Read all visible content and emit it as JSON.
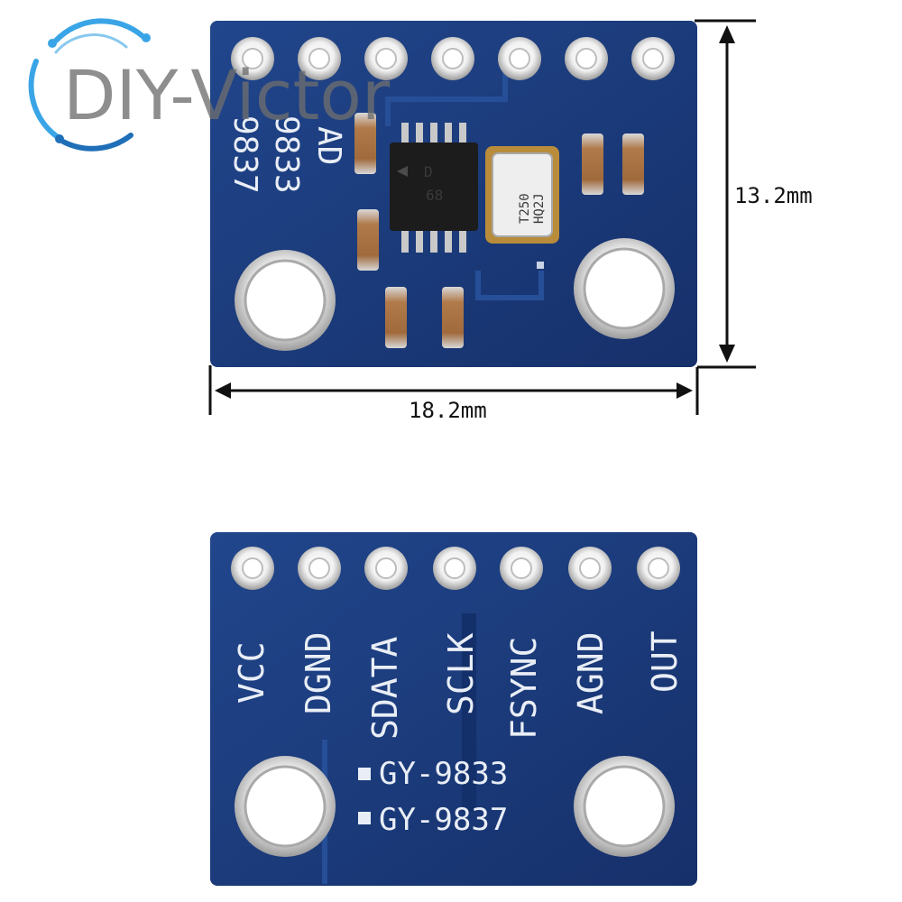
{
  "watermark": {
    "text": "DIY-Victor"
  },
  "dimensions": {
    "height": "13.2mm",
    "width": "18.2mm"
  },
  "front_board": {
    "silkscreen_label": "AD",
    "silkscreen_models": [
      "9833",
      "9837"
    ],
    "ic_marking": [
      "D",
      "68"
    ],
    "crystal_marking": [
      "T250",
      "HQ2J"
    ]
  },
  "back_board": {
    "pin_labels": [
      "VCC",
      "DGND",
      "SDATA",
      "SCLK",
      "FSYNC",
      "AGND",
      "OUT"
    ],
    "model_options": [
      "GY-9833",
      "GY-9837"
    ]
  },
  "colors": {
    "pcb": "#1b3b7c",
    "pcb_dark": "#13306a",
    "pad": "#d9d9d9",
    "silk": "#e9eef6"
  }
}
